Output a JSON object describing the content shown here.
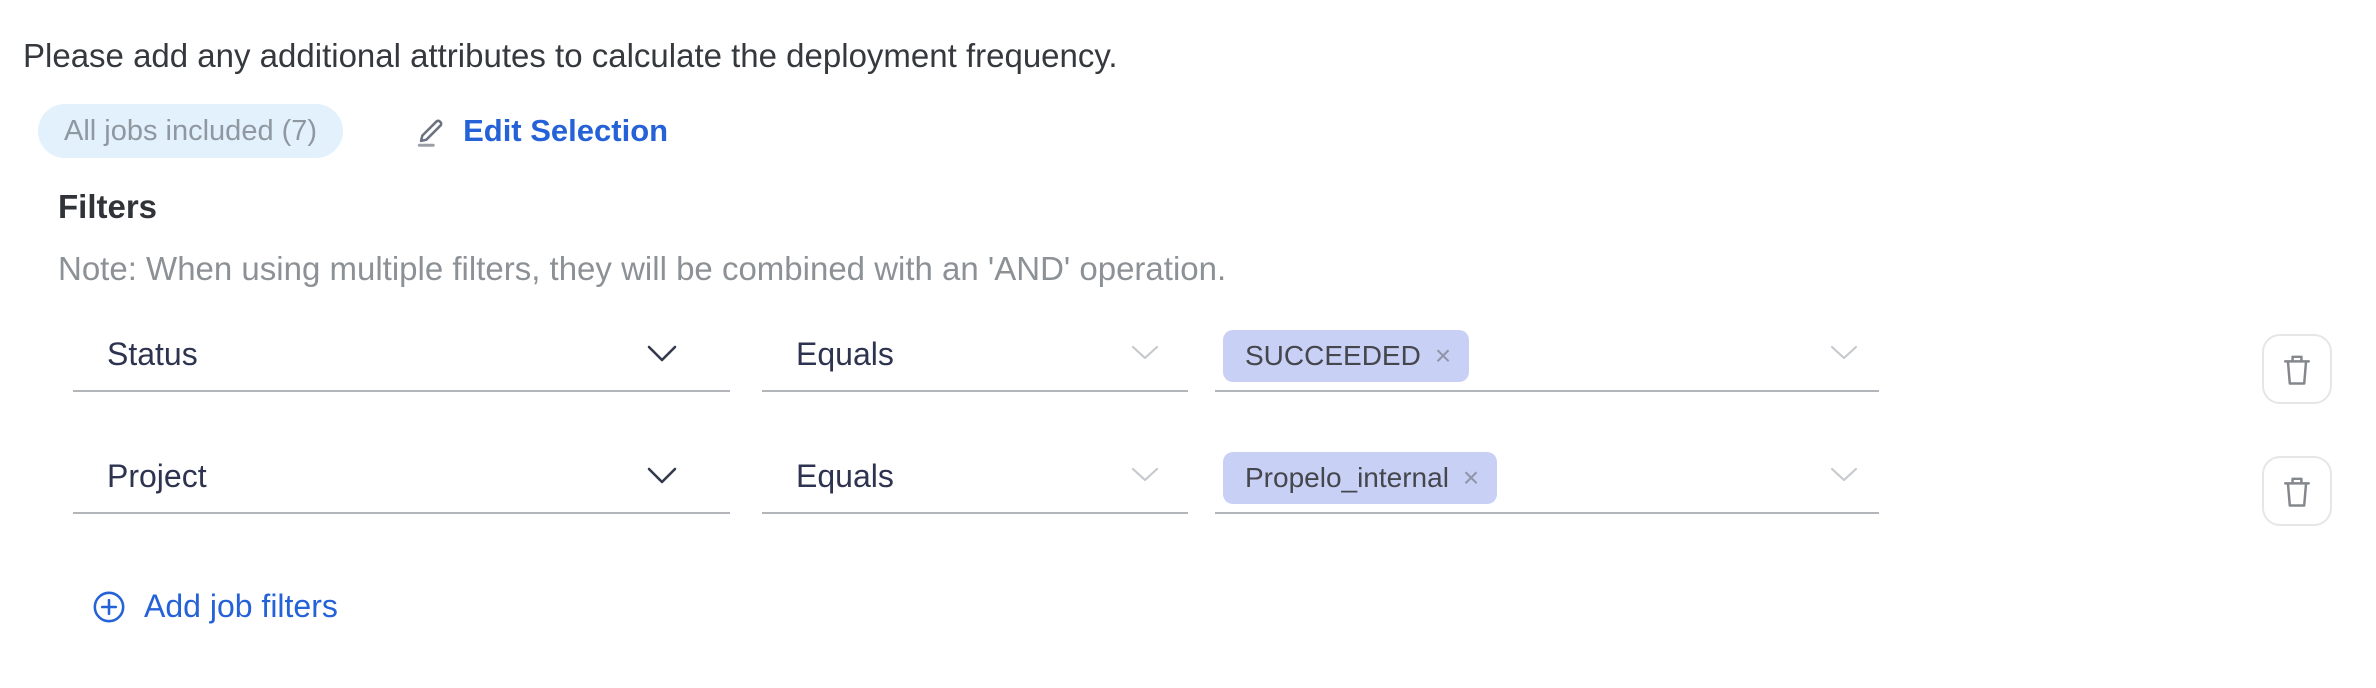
{
  "intro": {
    "text": "Please add any additional attributes to calculate the deployment frequency."
  },
  "jobs": {
    "badge_label": "All jobs included (7)",
    "edit_label": "Edit Selection"
  },
  "filters": {
    "heading": "Filters",
    "note": "Note: When using multiple filters, they will be combined with an 'AND' operation.",
    "rows": [
      {
        "attribute": "Status",
        "operator": "Equals",
        "value_tag": "SUCCEEDED",
        "remove_glyph": "×"
      },
      {
        "attribute": "Project",
        "operator": "Equals",
        "value_tag": "Propelo_internal",
        "remove_glyph": "×"
      }
    ],
    "add_label": "Add job filters"
  },
  "icons": {
    "edit": "pencil-icon",
    "add": "plus-circle-icon",
    "delete": "trash-icon",
    "expand": "chevron-down-icon"
  },
  "colors": {
    "link_blue": "#2562d8",
    "badge_bg": "#e2f1fb",
    "badge_text": "#8f98a1",
    "tag_bg": "#c8d0f6",
    "tag_text": "#45474c",
    "select_text": "#2e3450",
    "note_text": "#8c9196",
    "underline": "#b2b5b9",
    "trash_border": "#e4e6e8",
    "icon_gray": "#84888c"
  }
}
